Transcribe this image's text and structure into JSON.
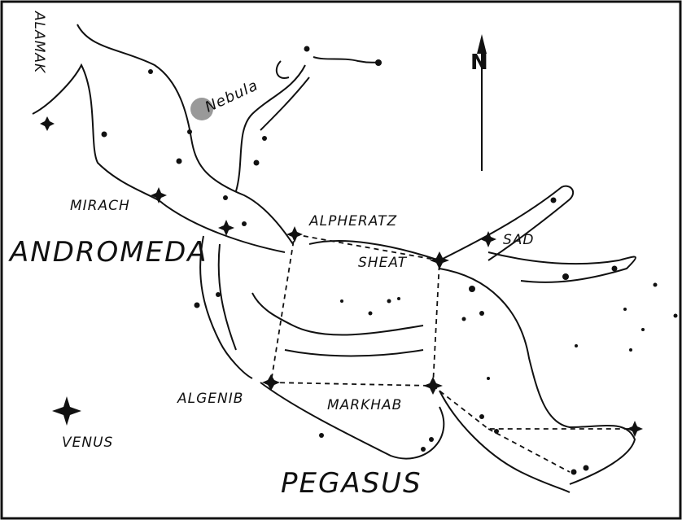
{
  "compass": {
    "north_label": "N"
  },
  "labels": {
    "alamak": "ALAMAK",
    "nebula": "Nebula",
    "mirach": "MIRACH",
    "andromeda": "ANDROMEDA",
    "alpheratz": "ALPHERATZ",
    "sad": "SAD",
    "sheat": "SHEAT",
    "algenib": "ALGENIB",
    "markhab": "MARKHAB",
    "venus": "VENUS",
    "pegasus": "PEGASUS"
  }
}
